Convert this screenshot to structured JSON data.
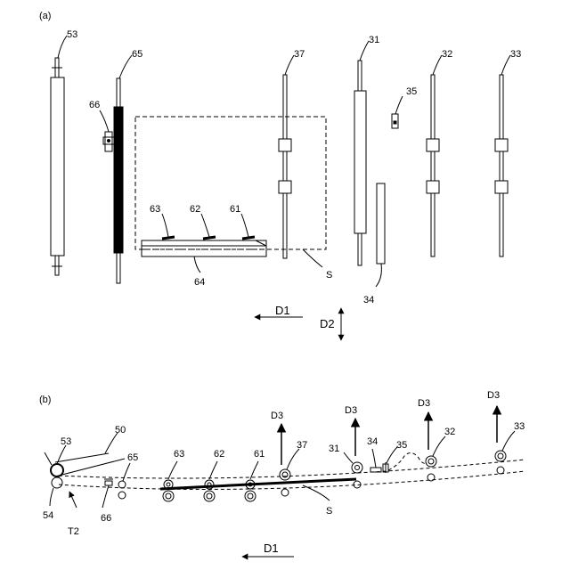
{
  "panel_a": {
    "tag": "(a)",
    "labels": {
      "r53": "53",
      "r65": "65",
      "r66": "66",
      "r37": "37",
      "r31": "31",
      "r32": "32",
      "r33": "33",
      "r35": "35",
      "r63": "63",
      "r62": "62",
      "r61": "61",
      "r64": "64",
      "s": "S",
      "r34": "34",
      "d1": "D1",
      "d2": "D2"
    }
  },
  "panel_b": {
    "tag": "(b)",
    "labels": {
      "r53": "53",
      "r50": "50",
      "r65": "65",
      "r63": "63",
      "r62": "62",
      "r61": "61",
      "r37": "37",
      "r31": "31",
      "r34": "34",
      "r35": "35",
      "r32": "32",
      "r33": "33",
      "r54": "54",
      "r66": "66",
      "t2": "T2",
      "s": "S",
      "d3a": "D3",
      "d3b": "D3",
      "d3c": "D3",
      "d3d": "D3",
      "d1": "D1"
    }
  }
}
